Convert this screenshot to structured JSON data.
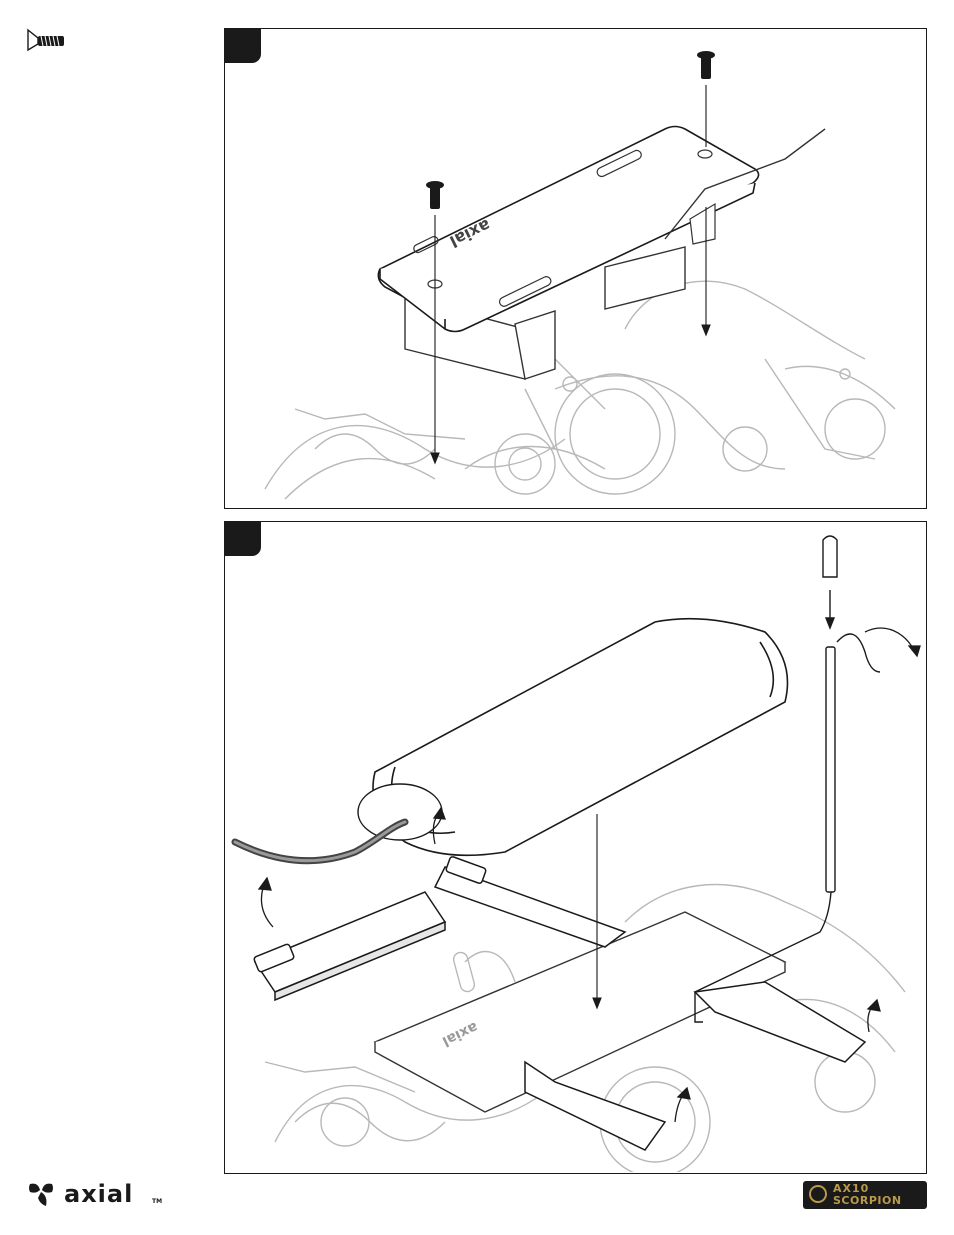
{
  "brand": {
    "logo_name": "axial",
    "logo_tm": "TM",
    "product_badge_line1": "AX10",
    "product_badge_line2": "SCORPION"
  },
  "hardware_key": {
    "icon": "flat-head-screw-icon"
  },
  "steps": [
    {
      "id": "step-1",
      "label": ""
    },
    {
      "id": "step-2",
      "label": ""
    }
  ],
  "colors": {
    "ink": "#1a1a1a",
    "line": "#333333",
    "faint": "#b8b8b8",
    "badge": "#b89a4a"
  }
}
